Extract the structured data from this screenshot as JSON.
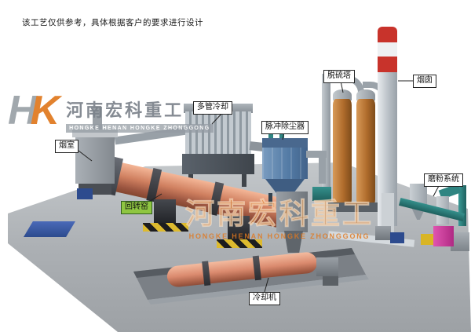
{
  "disclaimer": "该工艺仅供参考，具体根据客户的要求进行设计",
  "logo": {
    "monogram_h": "H",
    "monogram_k": "K",
    "company_cn": "河南宏科重工",
    "company_en": "HONGKE HENAN HONGKE ZHONGGONG"
  },
  "watermark": {
    "company_cn": "河南宏科重工",
    "company_en": "HONGKE HENAN HONGKE ZHONGGONG"
  },
  "labels": {
    "smoke_chamber": "烟室",
    "rotary_kiln": "回转窑",
    "multi_tube_cooler": "多管冷却",
    "pulse_dust_collector": "脉冲除尘器",
    "desulfurization_tower": "脱硫塔",
    "chimney": "烟囱",
    "grinding_system": "磨粉系统",
    "cooling_machine": "冷却机"
  },
  "colors": {
    "kiln": "#d08060",
    "dust_collector": "#527aa4",
    "tower": "#b06c2c",
    "chimney_red": "#c8332b",
    "pipe_teal": "#2f8582",
    "magenta": "#b02a84",
    "label_green": "#8fc641",
    "watermark_orange": "#e0781d"
  }
}
